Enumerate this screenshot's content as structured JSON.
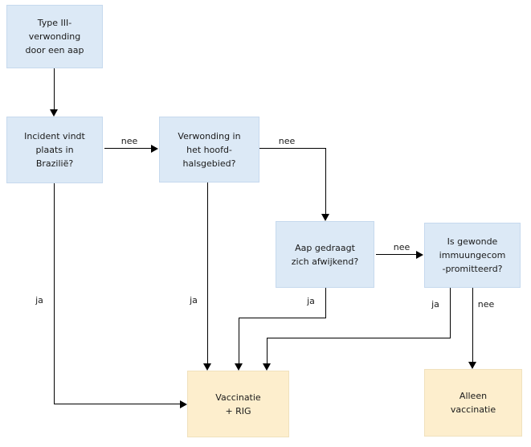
{
  "colors": {
    "question_fill": "#dce9f6",
    "question_border": "#c6d9ee",
    "result_fill": "#fdeecd",
    "result_border": "#f0e1bd",
    "line": "#000000",
    "text": "#1a1a1a",
    "background": "#ffffff"
  },
  "nodes": {
    "start": {
      "lines": [
        "Type III-",
        "verwonding",
        "door een aap"
      ]
    },
    "brazil": {
      "lines": [
        "Incident vindt",
        "plaats in",
        "Brazilië?"
      ]
    },
    "head_neck": {
      "lines": [
        "Verwonding in",
        "het hoofd-",
        "halsgebied?"
      ]
    },
    "behavior": {
      "lines": [
        "Aap gedraagt",
        "zich afwijkend?"
      ]
    },
    "immuno": {
      "lines": [
        "Is gewonde",
        "immuungecom",
        "-promitteerd?"
      ]
    },
    "vacc_rig": {
      "lines": [
        "Vaccinatie",
        "+ RIG"
      ]
    },
    "vacc_only": {
      "lines": [
        "Alleen",
        "vaccinatie"
      ]
    }
  },
  "edges": [
    {
      "from": "start",
      "to": "brazil",
      "label": ""
    },
    {
      "from": "brazil",
      "to": "head_neck",
      "label": "nee"
    },
    {
      "from": "brazil",
      "to": "vacc_rig",
      "label": "ja"
    },
    {
      "from": "head_neck",
      "to": "behavior",
      "label": "nee"
    },
    {
      "from": "head_neck",
      "to": "vacc_rig",
      "label": "ja"
    },
    {
      "from": "behavior",
      "to": "immuno",
      "label": "nee"
    },
    {
      "from": "behavior",
      "to": "vacc_rig",
      "label": "ja"
    },
    {
      "from": "immuno",
      "to": "vacc_rig",
      "label": "ja"
    },
    {
      "from": "immuno",
      "to": "vacc_only",
      "label": "nee"
    }
  ]
}
